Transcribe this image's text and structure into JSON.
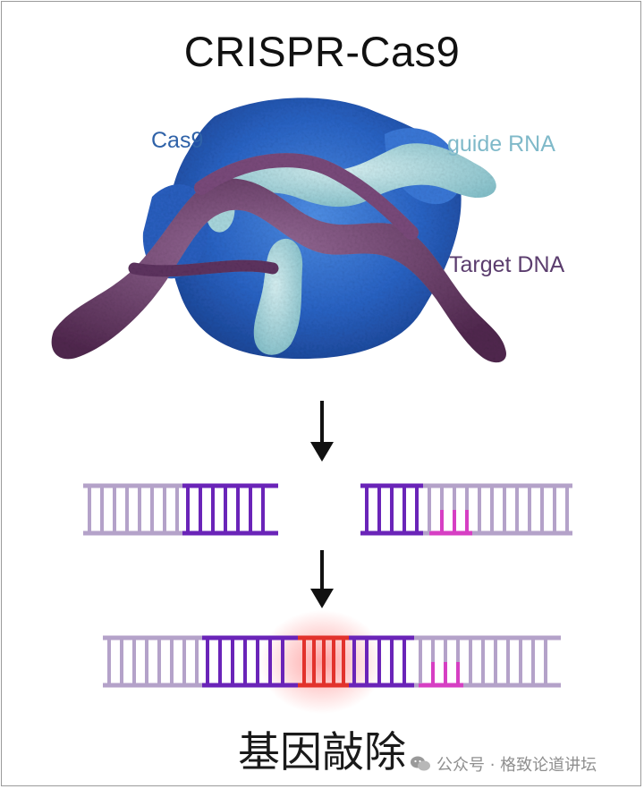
{
  "title": "CRISPR-Cas9",
  "labels": {
    "cas9": "Cas9",
    "guide_rna": "guide RNA",
    "target_dna": "Target DNA"
  },
  "bottom_label": "基因敲除",
  "watermark": "公众号 · 格致论道讲坛",
  "colors": {
    "cas9_protein": "#2f67c8",
    "guide_rna": "#a9d8de",
    "target_dna": "#6d3f6e",
    "dna_strand_light": "#b4a2c9",
    "dna_strand_dark": "#6a24b8",
    "dna_edit_magenta": "#d63fc3",
    "dna_insert_red": "#e2322c"
  },
  "icons": [
    "down-arrow-icon",
    "down-arrow-icon",
    "wechat-icon"
  ]
}
